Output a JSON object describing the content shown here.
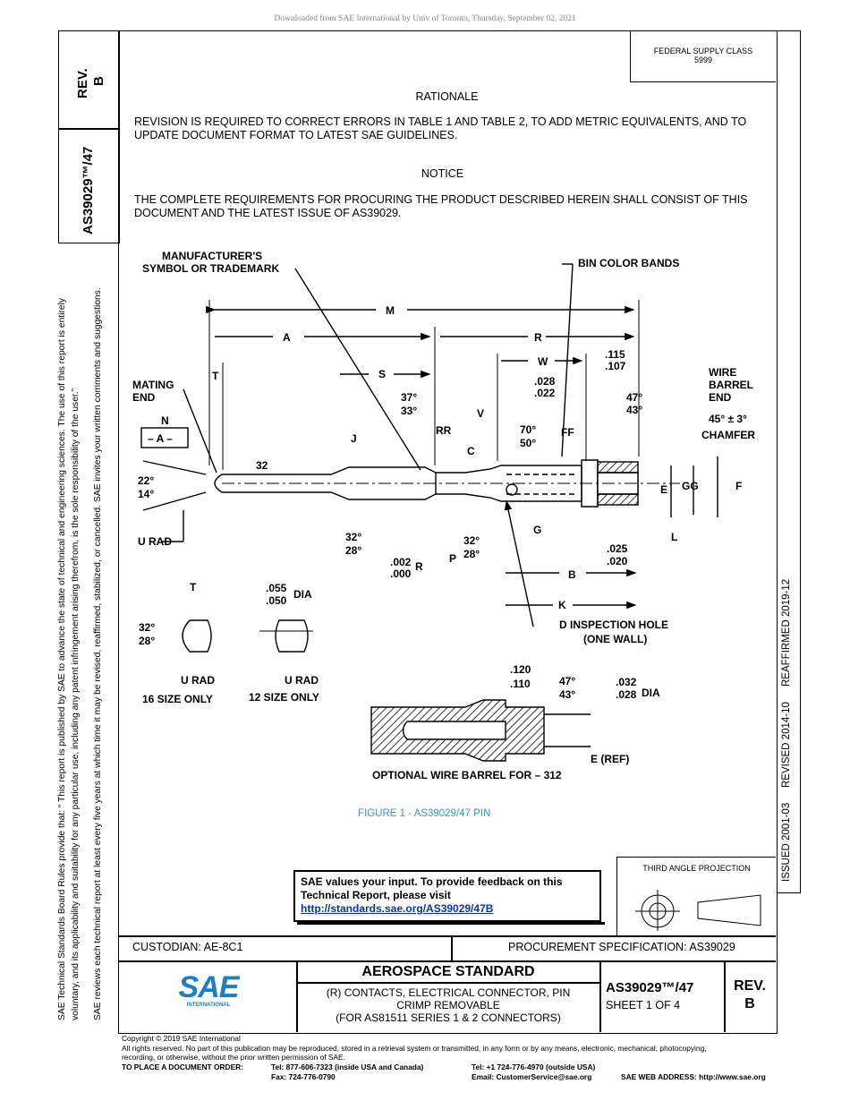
{
  "download_notice": "Downloaded from SAE International by Univ of Toronto, Thursday, September 02, 2021",
  "side_left": {
    "line1": "SAE Technical Standards Board Rules provide that: “ This report is published by SAE to advance the state of technical and engineering sciences. The use of this report is entirely",
    "line2": "voluntary, and its applicability and suitability for any particular use, including any patent infringement arising therefrom, is the sole responsibility of the user.”",
    "line3": "SAE reviews each technical report at least every five years at which time it may be revised, reaffirmed, stabilized, or cancelled. SAE invites your written comments and suggestions."
  },
  "side_box": {
    "rev_label": "REV.",
    "rev_value": "B",
    "doc_number": "AS39029™/47"
  },
  "federal_supply": {
    "line1": "FEDERAL SUPPLY CLASS",
    "line2": "5999"
  },
  "rationale": {
    "heading": "RATIONALE",
    "body": "REVISION IS REQUIRED TO CORRECT ERRORS IN TABLE 1 AND TABLE 2, TO ADD METRIC EQUIVALENTS, AND TO UPDATE DOCUMENT FORMAT TO LATEST SAE GUIDELINES."
  },
  "notice": {
    "heading": "NOTICE",
    "body": "THE COMPLETE REQUIREMENTS FOR PROCURING THE PRODUCT DESCRIBED HEREIN SHALL CONSIST OF THIS DOCUMENT AND THE LATEST ISSUE OF AS39029."
  },
  "dates": {
    "issued": "ISSUED 2001-03",
    "revised": "REVISED 2014-10",
    "reaffirmed": "REAFFIRMED 2019-12"
  },
  "drawing": {
    "manufacturer_label_1": "MANUFACTURER'S",
    "manufacturer_label_2": "SYMBOL OR TRADEMARK",
    "bin_color_bands": "BIN COLOR BANDS",
    "mating_end_1": "MATING",
    "mating_end_2": "END",
    "wire_barrel_1": "WIRE",
    "wire_barrel_2": "BARREL",
    "wire_barrel_3": "END",
    "chamfer_1": "45° ± 3°",
    "chamfer_2": "CHAMFER",
    "dim_m": "M",
    "dim_a": "A",
    "dim_r": "R",
    "dim_t": "T",
    "dim_s": "S",
    "dim_w": "W",
    "dim_n": "N",
    "datum_a": "– A –",
    "dim_j": "J",
    "dim_v": "V",
    "dim_rr": "RR",
    "dim_c": "C",
    "dim_ff": "FF",
    "dim_e": "E",
    "dim_gg": "GG",
    "dim_f": "F",
    "dim_l": "L",
    "dim_g": "G",
    "dim_b": "B",
    "dim_k": "K",
    "dim_p": "P",
    "dim_r2": "R",
    "u_rad": "U RAD",
    "ang_22": "22°",
    "ang_14": "14°",
    "ang_37": "37°",
    "ang_33": "33°",
    "ang_70": "70°",
    "ang_50": "50°",
    "ang_47": "47°",
    "ang_43": "43°",
    "ang_32": "32°",
    "ang_28": "28°",
    "val_32": "32",
    "val_115": ".115",
    "val_107": ".107",
    "val_028": ".028",
    "val_022": ".022",
    "val_025": ".025",
    "val_020": ".020",
    "val_002": ".002",
    "val_000": ".000",
    "val_055": ".055",
    "val_050": ".050",
    "dia": "DIA",
    "size16": "16 SIZE ONLY",
    "size12": "12 SIZE ONLY",
    "inspection_1": "D INSPECTION HOLE",
    "inspection_2": "(ONE WALL)",
    "val_120": ".120",
    "val_110": ".110",
    "val_032": ".032",
    "val_028b": ".028",
    "e_ref": "E (REF)",
    "optional_barrel": "OPTIONAL WIRE BARREL FOR – 312"
  },
  "figure_caption": "FIGURE 1 - AS39029/47 PIN",
  "feedback": {
    "line1": "SAE values your input. To provide feedback on this",
    "line2": "Technical Report, please visit",
    "url": "http://standards.sae.org/AS39029/47B"
  },
  "projection": {
    "label": "THIRD ANGLE PROJECTION"
  },
  "title_block": {
    "custodian": "CUSTODIAN: AE-8C1",
    "procurement": "PROCUREMENT SPECIFICATION: AS39029",
    "standard": "AEROSPACE STANDARD",
    "desc1": "(R) CONTACTS, ELECTRICAL CONNECTOR, PIN",
    "desc2": "CRIMP REMOVABLE",
    "desc3": "(FOR AS81511 SERIES 1 & 2 CONNECTORS)",
    "doc_number": "AS39029™/47",
    "sheet": "SHEET 1 OF 4",
    "rev_label": "REV.",
    "rev_value": "B",
    "logo_text": "SAE",
    "logo_sub": "INTERNATIONAL"
  },
  "footer": {
    "copyright": "Copyright © 2019 SAE International",
    "rights1": "All rights reserved. No part of this publication may be reproduced, stored in a retrieval system or transmitted, in any form or by any means, electronic, mechanical, photocopying,",
    "rights2": "recording, or otherwise, without the prior written permission of SAE.",
    "order_label": "TO PLACE A DOCUMENT ORDER:",
    "tel1": "Tel: 877-606-7323 (inside USA and Canada)",
    "fax": "Fax: 724-776-0790",
    "tel2": "Tel: +1 724-776-4970 (outside USA)",
    "email": "Email: CustomerService@sae.org",
    "web": "SAE WEB ADDRESS: http://www.sae.org"
  }
}
